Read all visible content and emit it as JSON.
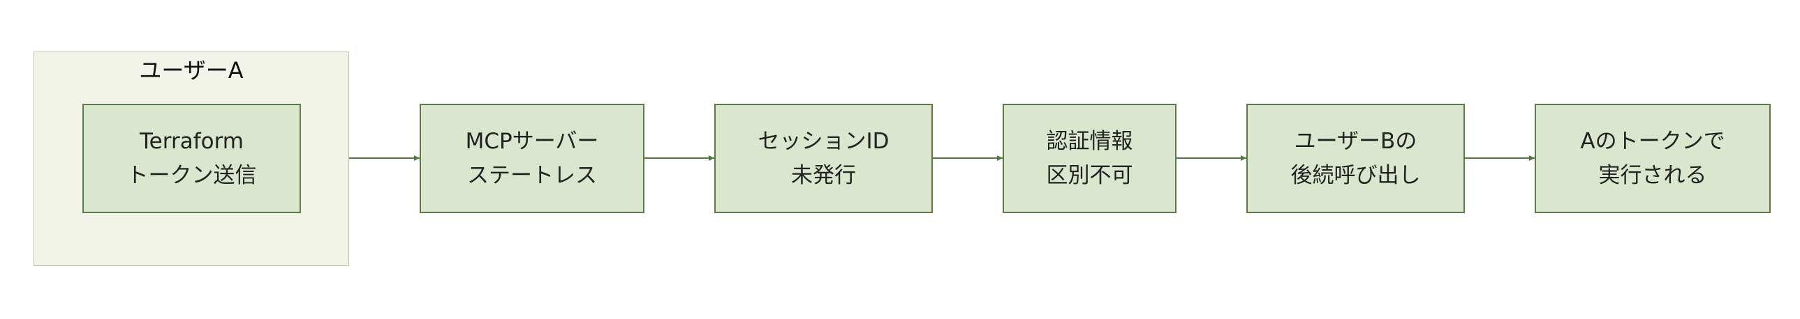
{
  "diagram": {
    "group": {
      "title": "ユーザーA"
    },
    "nodes": [
      {
        "lines": [
          "Terraform",
          "トークン送信"
        ]
      },
      {
        "lines": [
          "MCPサーバー",
          "ステートレス"
        ]
      },
      {
        "lines": [
          "セッションID",
          "未発行"
        ]
      },
      {
        "lines": [
          "認証情報",
          "区別不可"
        ]
      },
      {
        "lines": [
          "ユーザーBの",
          "後続呼び出し"
        ]
      },
      {
        "lines": [
          "Aのトークンで",
          "実行される"
        ]
      }
    ],
    "edges": [
      {
        "from": "group",
        "to": 1
      },
      {
        "from": 1,
        "to": 2
      },
      {
        "from": 2,
        "to": 3
      },
      {
        "from": 3,
        "to": 4
      },
      {
        "from": 4,
        "to": 5
      }
    ],
    "colors": {
      "group_fill": "#f2f4ea",
      "group_border": "#b5c6a2",
      "node_fill": "#dbe6ce",
      "node_border": "#5d7a47",
      "edge": "#4f7a3e"
    }
  }
}
